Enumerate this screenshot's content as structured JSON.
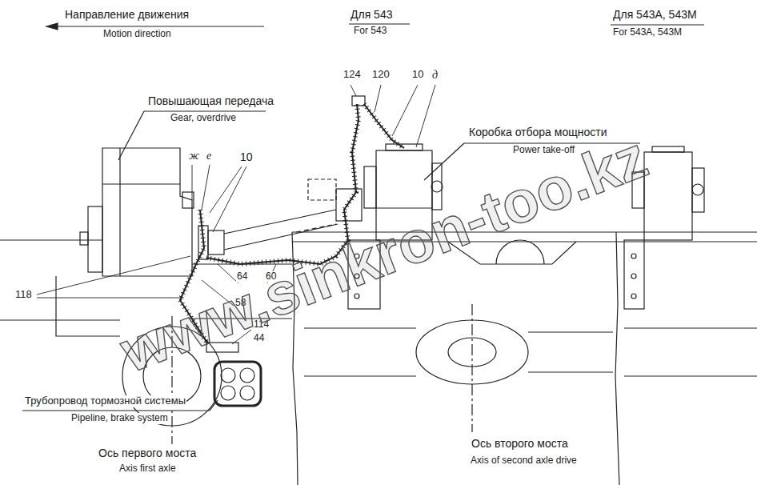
{
  "diagram": {
    "labels": [
      "Направление движения",
      "Motion direction",
      "Для 543",
      "For 543",
      "Для 543А, 543М",
      "For 543A, 543M",
      "124",
      "120",
      "10",
      "д",
      "Повышающая передача",
      "Gear, overdrive",
      "Коробка отбора мощности",
      "Power take-off",
      "ж",
      "е",
      "10",
      "118",
      "64",
      "60",
      "58",
      "114",
      "44",
      "Трубопровод тормозной системы",
      "Pipeline, brake system",
      "Ось первого моста",
      "Axis first axle",
      "Ось второго моста",
      "Axis of second axle drive",
      "www.sinkron-too.kz"
    ]
  }
}
